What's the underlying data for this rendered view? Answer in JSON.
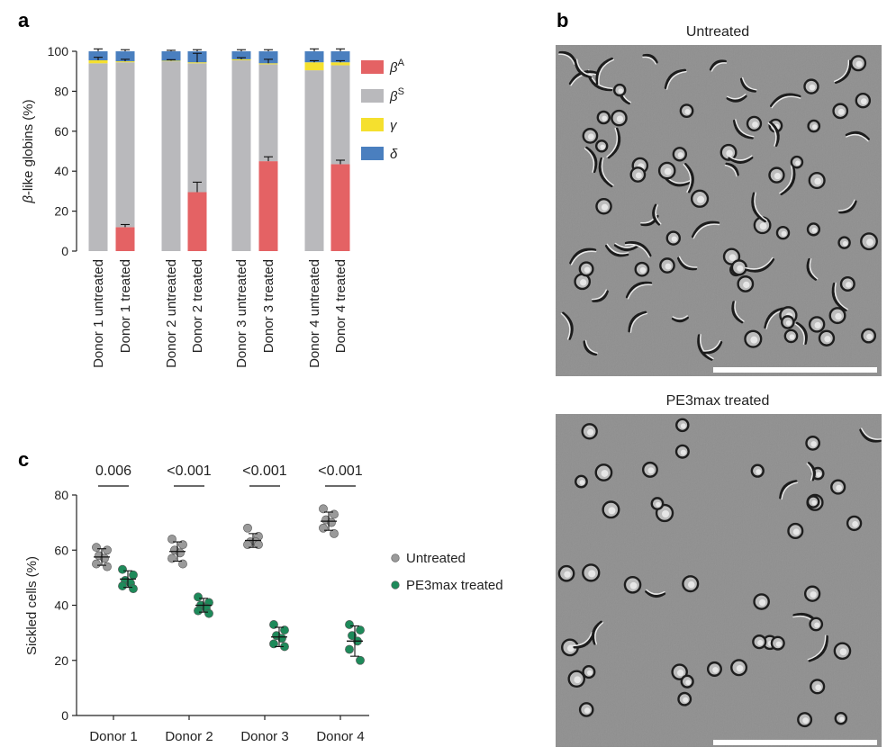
{
  "panels": {
    "a": "a",
    "b": "b",
    "c": "c"
  },
  "panel_b": {
    "top_title": "Untreated",
    "bottom_title": "PE3max treated"
  },
  "colors": {
    "betaA": "#e46264",
    "betaS": "#b9b9bc",
    "gamma": "#f5e02e",
    "delta": "#4a7fbf",
    "untreated_dot": "#9a9a9a",
    "treated_dot": "#1e8a5a",
    "micrograph_bg": "#8f8f8f"
  },
  "chart_data": [
    {
      "type": "bar",
      "stacked": true,
      "ylabel": "β-like globins (%)",
      "ylabel_greek": "β",
      "ylabel_rest": "-like globins (%)",
      "ylim": [
        0,
        100
      ],
      "yticks": [
        "0",
        "20",
        "40",
        "60",
        "80",
        "100"
      ],
      "categories": [
        "Donor 1 untreated",
        "Donor 1 treated",
        "Donor 2 untreated",
        "Donor 2 treated",
        "Donor 3 untreated",
        "Donor 3 treated",
        "Donor 4 untreated",
        "Donor 4 treated"
      ],
      "series": [
        {
          "name": "βA",
          "base": "β",
          "sup": "A",
          "color_key": "betaA",
          "values": [
            0,
            12,
            0,
            29.5,
            0,
            45,
            0,
            43.5
          ]
        },
        {
          "name": "βS",
          "base": "β",
          "sup": "S",
          "color_key": "betaS",
          "values": [
            94,
            82.5,
            95,
            64.5,
            95.5,
            48.5,
            90.5,
            49.5
          ]
        },
        {
          "name": "γ",
          "base": "γ",
          "sup": "",
          "color_key": "gamma",
          "values": [
            1.5,
            0.5,
            0.3,
            0.5,
            0.5,
            0.5,
            4,
            1.5
          ]
        },
        {
          "name": "δ",
          "base": "δ",
          "sup": "",
          "color_key": "delta",
          "values": [
            4.5,
            5,
            4.7,
            5.5,
            4,
            6,
            5.5,
            5.5
          ]
        }
      ],
      "error_bars": {
        "top": [
          1.2,
          0.8,
          0.5,
          0.8,
          0.8,
          0.8,
          1.2,
          1.2
        ],
        "delta_base": [
          1.5,
          1,
          0.5,
          4.5,
          0.8,
          2,
          0.8,
          0.8
        ],
        "betaA_top": [
          0,
          1.3,
          0,
          5,
          0,
          2.2,
          0,
          2
        ]
      },
      "legend_position": "right"
    },
    {
      "type": "scatter",
      "ylabel": "Sickled cells (%)",
      "ylim": [
        0,
        80
      ],
      "yticks": [
        "0",
        "20",
        "40",
        "60",
        "80"
      ],
      "categories": [
        "Donor 1",
        "Donor 2",
        "Donor 3",
        "Donor 4"
      ],
      "p_values": [
        "0.006",
        "<0.001",
        "<0.001",
        "<0.001"
      ],
      "series": [
        {
          "name": "Untreated",
          "color_key": "untreated_dot",
          "points": [
            [
              61,
              60,
              58,
              57,
              55,
              54
            ],
            [
              64,
              62,
              60,
              59,
              57,
              55
            ],
            [
              68,
              65,
              63,
              63,
              62,
              62
            ],
            [
              75,
              73,
              71,
              70,
              68,
              66
            ]
          ],
          "mean": [
            57.5,
            59.5,
            63.5,
            70.5
          ],
          "sd": [
            3,
            3.5,
            2.5,
            3.3
          ]
        },
        {
          "name": "PE3max treated",
          "color_key": "treated_dot",
          "points": [
            [
              53,
              51,
              49,
              48,
              47,
              46
            ],
            [
              43,
              41,
              40,
              39,
              38,
              37
            ],
            [
              33,
              31,
              29,
              28,
              26,
              25
            ],
            [
              33,
              31,
              29,
              27,
              24,
              20
            ]
          ],
          "mean": [
            49.5,
            40,
            28.5,
            27
          ],
          "sd": [
            3,
            2.5,
            3.5,
            5.5
          ]
        }
      ],
      "legend_position": "right"
    }
  ]
}
